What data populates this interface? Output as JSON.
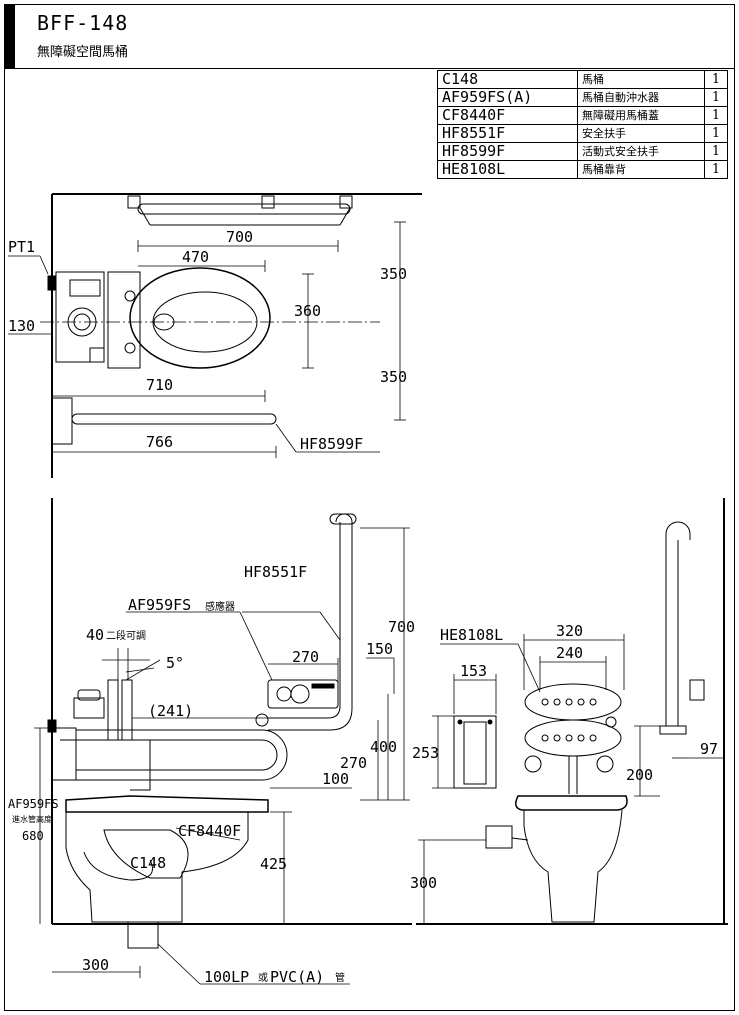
{
  "header": {
    "model_code": "BFF-148",
    "model_name": "無障礙空間馬桶"
  },
  "parts": [
    {
      "code": "C148",
      "desc": "馬桶",
      "qty": "1"
    },
    {
      "code": "AF959FS(A)",
      "desc": "馬桶自動沖水器",
      "qty": "1"
    },
    {
      "code": "CF8440F",
      "desc": "無障礙用馬桶蓋",
      "qty": "1"
    },
    {
      "code": "HF8551F",
      "desc": "安全扶手",
      "qty": "1"
    },
    {
      "code": "HF8599F",
      "desc": "活動式安全扶手",
      "qty": "1"
    },
    {
      "code": "HE8108L",
      "desc": "馬桶靠背",
      "qty": "1"
    }
  ],
  "plan_view": {
    "dims": {
      "d700": "700",
      "d470": "470",
      "d350_top": "350",
      "d360": "360",
      "d130": "130",
      "d350_bottom": "350",
      "d710": "710",
      "d766": "766"
    },
    "labels": {
      "pt1": "PT1",
      "hf8599f": "HF8599F"
    }
  },
  "side_view": {
    "labels": {
      "hf8551f": "HF8551F",
      "af959fs": "AF959FS",
      "sensor": "感應器",
      "adj_40": "40",
      "adj_text": "二段可調",
      "angle": "5°",
      "d241": "(241)",
      "af959fs_left": "AF959FS",
      "inlet_text": "進水管高度",
      "cf8440f": "CF8440F",
      "c148": "C148",
      "drain_code": "100LP",
      "drain_or": "或",
      "drain_pvc": "PVC(A)",
      "drain_pipe": "管"
    },
    "dims": {
      "d700": "700",
      "d270_top": "270",
      "d150": "150",
      "d400": "400",
      "d270_mid": "270",
      "d100": "100",
      "d680": "680",
      "d425": "425",
      "d300": "300"
    }
  },
  "front_view": {
    "labels": {
      "he8108l": "HE8108L"
    },
    "dims": {
      "d320": "320",
      "d240": "240",
      "d153": "153",
      "d253": "253",
      "d97": "97",
      "d200": "200",
      "d300": "300"
    }
  }
}
